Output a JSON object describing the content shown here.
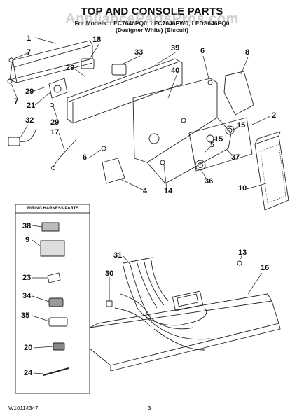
{
  "header": {
    "title": "TOP AND CONSOLE PARTS",
    "models_line": "For Models: LEC7646PQ0, LEC7646PW0, LEDS646PQ0",
    "variants_line": "(Designer White)     (Biscuit)"
  },
  "watermark": "AppliancePartsPros.com",
  "wiring_harness": {
    "title": "WIRING HARNESS PARTS",
    "callouts": [
      "38",
      "9",
      "23",
      "34",
      "35",
      "20",
      "24"
    ]
  },
  "main_callouts": [
    "1",
    "7",
    "7",
    "18",
    "33",
    "39",
    "6",
    "8",
    "29",
    "29",
    "21",
    "40",
    "32",
    "29",
    "17",
    "6",
    "2",
    "15",
    "15",
    "37",
    "5",
    "36",
    "14",
    "4",
    "10",
    "31",
    "13",
    "30",
    "16"
  ],
  "footer": {
    "doc_code": "W10114347",
    "page": "3"
  }
}
